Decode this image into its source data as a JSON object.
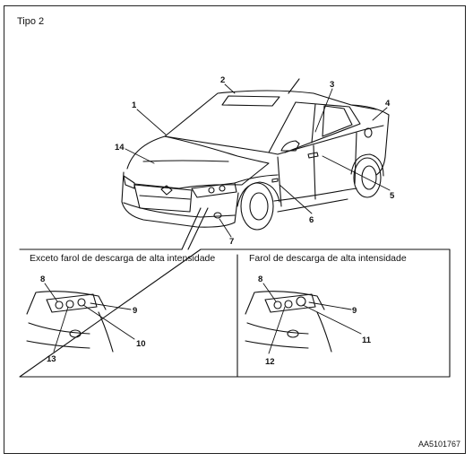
{
  "figure": {
    "title": "Tipo 2",
    "image_code": "AA5101767"
  },
  "main_callouts": [
    "1",
    "2",
    "3",
    "4",
    "5",
    "6",
    "7",
    "14"
  ],
  "panels": [
    {
      "title": "Exceto farol de descarga de alta intensidade",
      "callouts": [
        "8",
        "9",
        "10",
        "13"
      ]
    },
    {
      "title": "Farol de descarga de alta intensidade",
      "callouts": [
        "8",
        "9",
        "11",
        "12"
      ]
    }
  ]
}
